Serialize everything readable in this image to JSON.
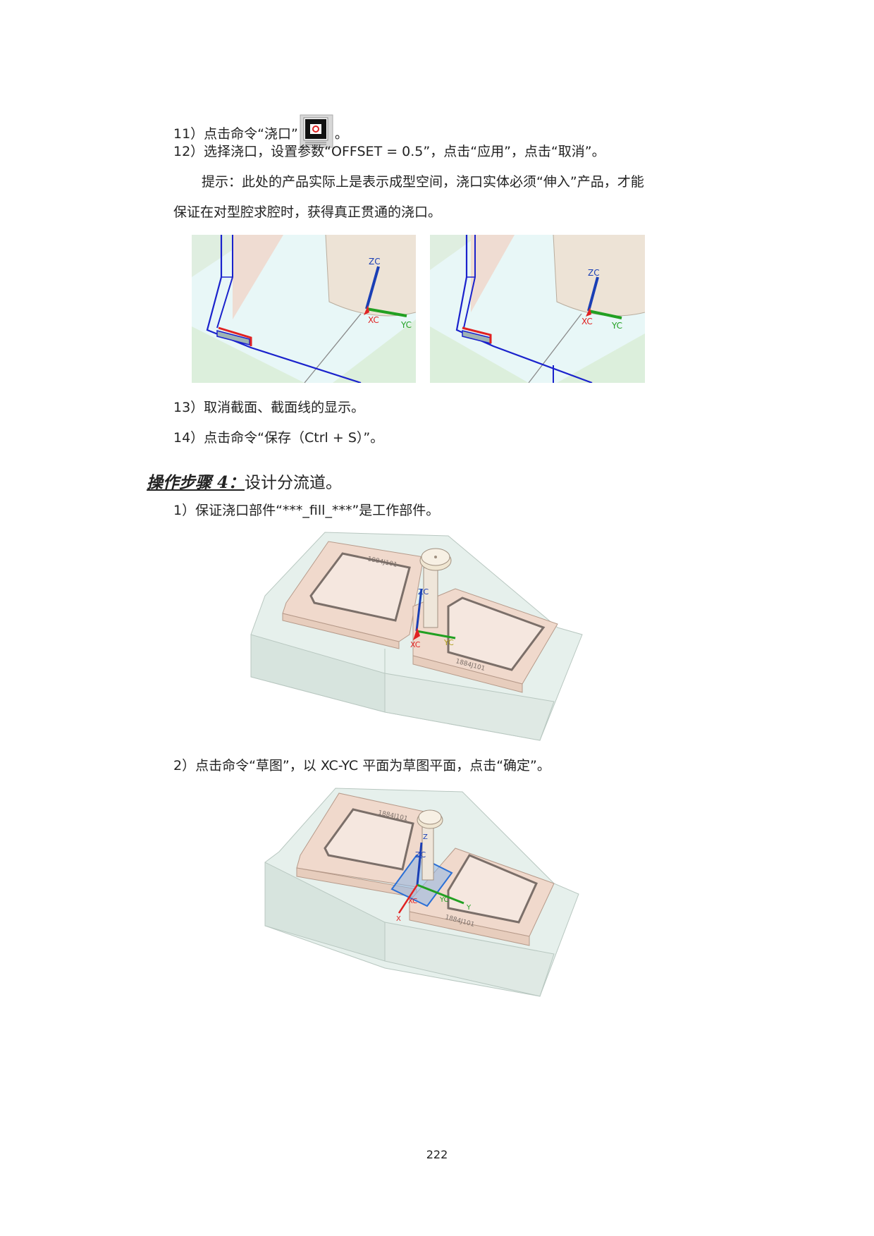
{
  "steps": {
    "s11": {
      "before": "11）点击命令“浇口”",
      "after": "。",
      "icon": "gate-command-icon"
    },
    "s12": "12）选择浇口，设置参数“OFFSET = 0.5”，点击“应用”，点击“取消”。",
    "tip1": "提示：此处的产品实际上是表示成型空间，浇口实体必须“伸入”产品，才能",
    "tip2": "保证在对型腔求腔时，获得真正贯通的浇口。",
    "s13": "13）取消截面、截面线的显示。",
    "s14": "14）点击命令“保存（Ctrl + S）”。"
  },
  "heading": {
    "label": "操作步骤 4：",
    "text": "设计分流道。"
  },
  "steps2": {
    "s1": "1）保证浇口部件“***_fill_***”是工作部件。",
    "s2": "2）点击命令“草图”，以 XC-YC 平面为草图平面，点击“确定”。"
  },
  "figure_labels": {
    "zc": "ZC",
    "xc": "XC",
    "yc": "YC",
    "z": "Z",
    "x": "X",
    "y": "Y",
    "part_id": "1884J101"
  },
  "colors": {
    "cavity_bg": "#e8f7f7",
    "product": "#ede3d6",
    "mold_plate": "#e6f0ec",
    "insert": "#f0d9cc",
    "axis_z": "#1a3fb5",
    "axis_x": "#e02222",
    "axis_y": "#22a022",
    "edge_blue": "#1a22cc"
  },
  "page_number": "222"
}
